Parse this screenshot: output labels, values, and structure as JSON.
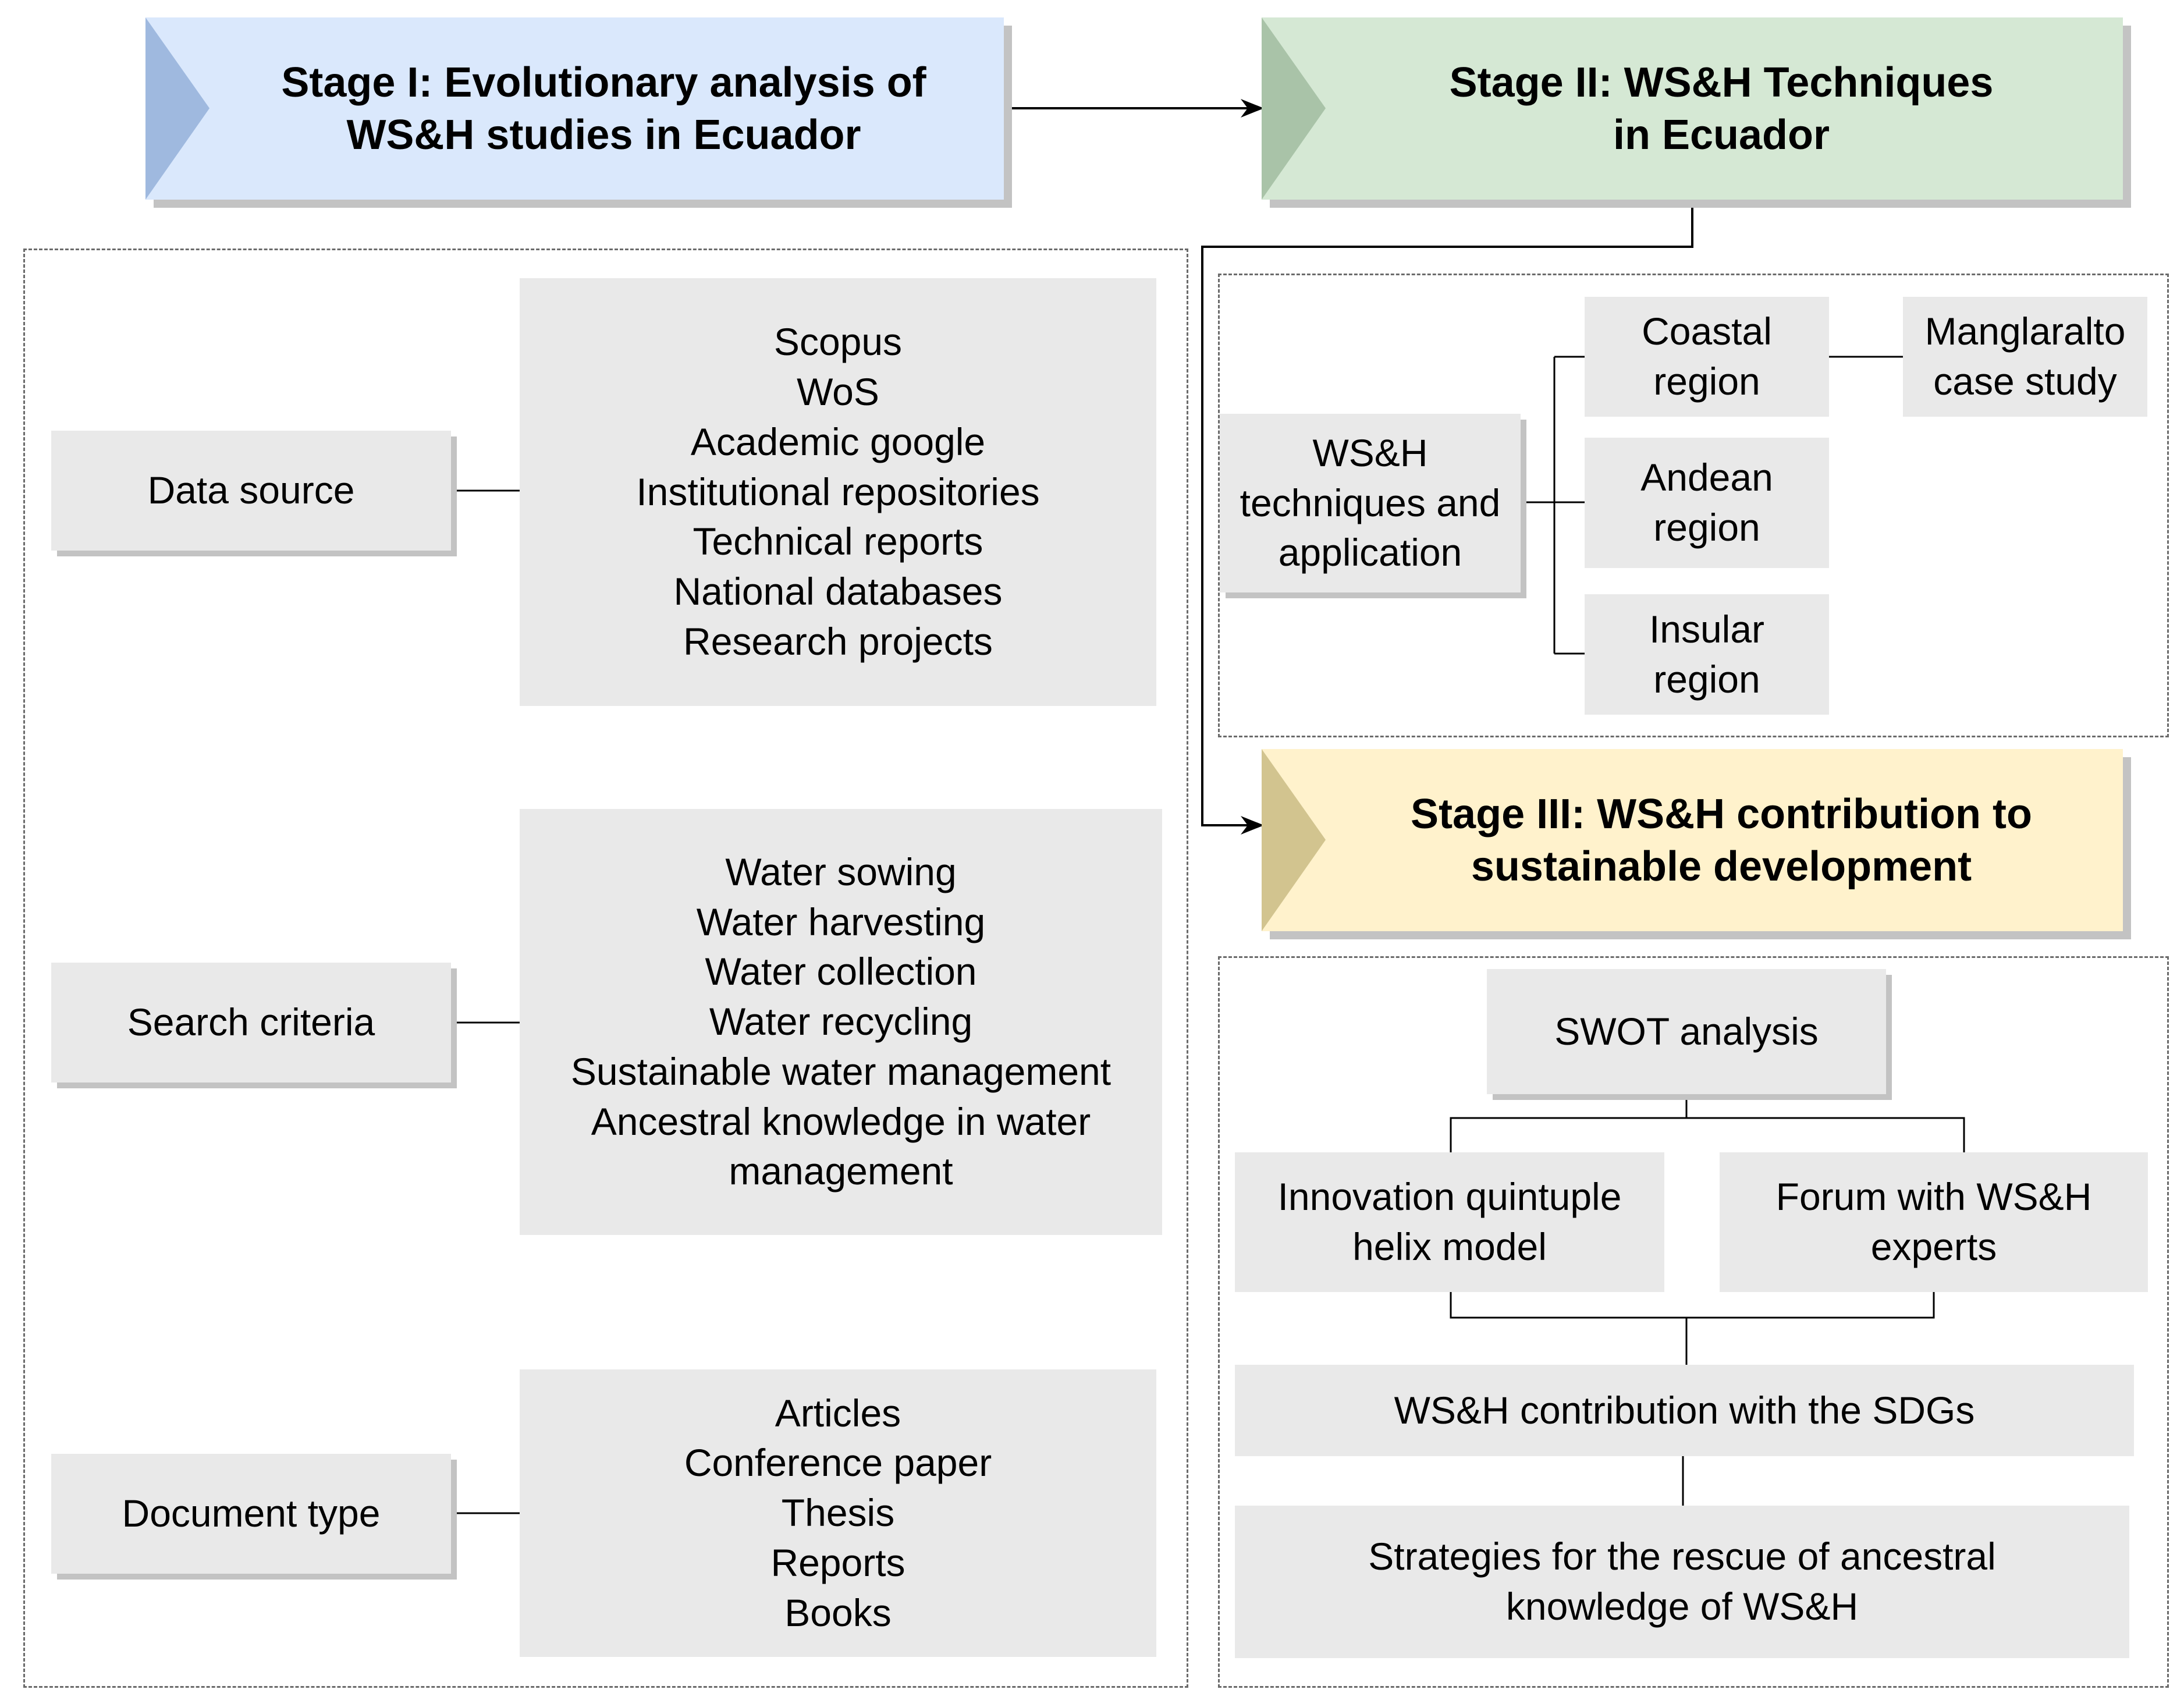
{
  "stages": {
    "stage1": {
      "title": "Stage I: Evolutionary analysis of\nWS&H  studies in Ecuador",
      "fill": "#dae8fc",
      "chevron": "#9fb9df"
    },
    "stage2": {
      "title": "Stage II: WS&H Techniques\nin Ecuador",
      "fill": "#d5e8d4",
      "chevron": "#a9c3a8"
    },
    "stage3": {
      "title": "Stage III: WS&H contribution to\nsustainable development",
      "fill": "#fff2cc",
      "chevron": "#d2c48f"
    }
  },
  "stage1_panel": {
    "data_source": {
      "label": "Data source",
      "items": "Scopus\nWoS\nAcademic google\nInstitutional repositories\nTechnical reports\nNational databases\nResearch projects"
    },
    "search_criteria": {
      "label": "Search criteria",
      "items": "Water sowing\nWater harvesting\nWater collection\nWater recycling\nSustainable water management\nAncestral knowledge in water\nmanagement"
    },
    "document_type": {
      "label": "Document type",
      "items": "Articles\nConference paper\nThesis\nReports\nBooks"
    }
  },
  "stage2_panel": {
    "techniques": "WS&H\ntechniques and\napplication",
    "coastal": "Coastal\nregion",
    "andean": "Andean\nregion",
    "insular": "Insular\nregion",
    "manglaralto": "Manglaralto\ncase study"
  },
  "stage3_panel": {
    "swot": "SWOT analysis",
    "quintuple": "Innovation quintuple\nhelix model",
    "forum": "Forum with WS&H\nexperts",
    "sdgs": "WS&H contribution with the SDGs",
    "strategies": "Strategies for the rescue of ancestral\nknowledge of WS&H"
  }
}
